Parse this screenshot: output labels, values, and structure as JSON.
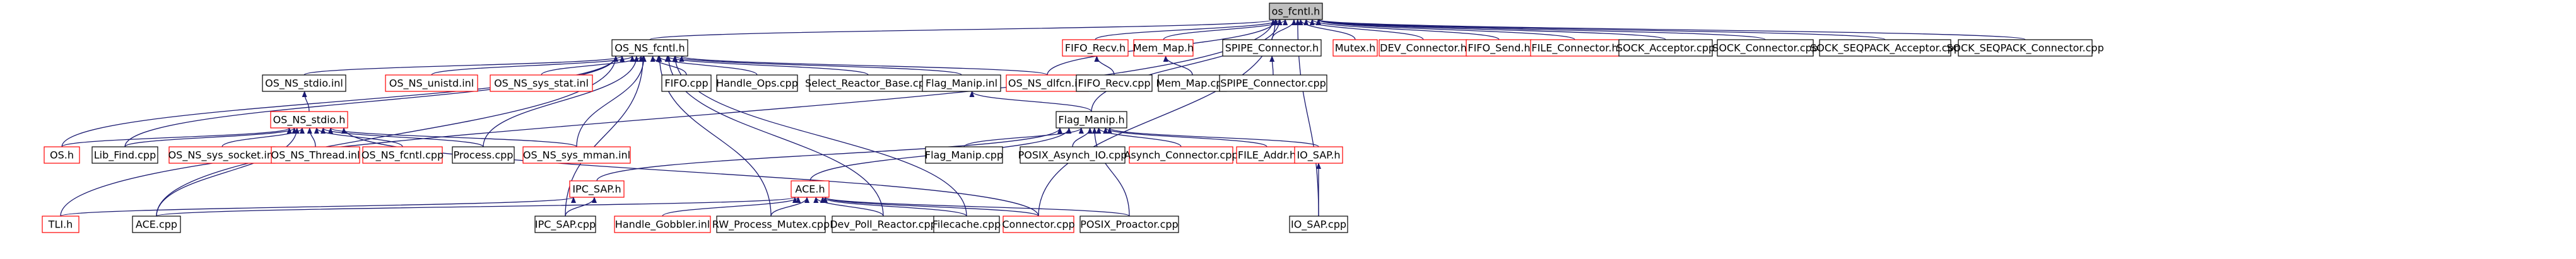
{
  "graph": {
    "root": "os_fcntl_h",
    "edge_color": "#191970",
    "missing_border_color": "#ff0000",
    "root_fill": "#bfbfbf",
    "nodes": [
      {
        "id": "os_fcntl_h",
        "label": "os_fcntl.h",
        "missing": false
      },
      {
        "id": "OS_NS_fcntl_h",
        "label": "OS_NS_fcntl.h",
        "missing": false
      },
      {
        "id": "FIFO_Recv_h",
        "label": "FIFO_Recv.h",
        "missing": true
      },
      {
        "id": "Mem_Map_h",
        "label": "Mem_Map.h",
        "missing": true
      },
      {
        "id": "SPIPE_Connector_h",
        "label": "SPIPE_Connector.h",
        "missing": false
      },
      {
        "id": "Mutex_h",
        "label": "Mutex.h",
        "missing": true
      },
      {
        "id": "DEV_Connector_h",
        "label": "DEV_Connector.h",
        "missing": true
      },
      {
        "id": "FIFO_Send_h",
        "label": "FIFO_Send.h",
        "missing": true
      },
      {
        "id": "FILE_Connector_h",
        "label": "FILE_Connector.h",
        "missing": true
      },
      {
        "id": "SOCK_Acceptor_cpp",
        "label": "SOCK_Acceptor.cpp",
        "missing": false
      },
      {
        "id": "SOCK_Connector_cpp",
        "label": "SOCK_Connector.cpp",
        "missing": false
      },
      {
        "id": "SOCK_SEQPACK_Acceptor_cpp",
        "label": "SOCK_SEQPACK_Acceptor.cpp",
        "missing": false
      },
      {
        "id": "SOCK_SEQPACK_Connector_cpp",
        "label": "SOCK_SEQPACK_Connector.cpp",
        "missing": false
      },
      {
        "id": "OS_NS_stdio_inl",
        "label": "OS_NS_stdio.inl",
        "missing": false
      },
      {
        "id": "OS_NS_unistd_inl",
        "label": "OS_NS_unistd.inl",
        "missing": true
      },
      {
        "id": "OS_NS_sys_stat_inl",
        "label": "OS_NS_sys_stat.inl",
        "missing": true
      },
      {
        "id": "FIFO_cpp",
        "label": "FIFO.cpp",
        "missing": false
      },
      {
        "id": "Handle_Ops_cpp",
        "label": "Handle_Ops.cpp",
        "missing": false
      },
      {
        "id": "Select_Reactor_Base_cpp",
        "label": "Select_Reactor_Base.cpp",
        "missing": false
      },
      {
        "id": "Flag_Manip_inl",
        "label": "Flag_Manip.inl",
        "missing": false
      },
      {
        "id": "OS_NS_dlfcn_inl",
        "label": "OS_NS_dlfcn.inl",
        "missing": true
      },
      {
        "id": "FIFO_Recv_cpp",
        "label": "FIFO_Recv.cpp",
        "missing": false
      },
      {
        "id": "Mem_Map_cpp",
        "label": "Mem_Map.cpp",
        "missing": false
      },
      {
        "id": "SPIPE_Connector_cpp",
        "label": "SPIPE_Connector.cpp",
        "missing": false
      },
      {
        "id": "OS_NS_stdio_h",
        "label": "OS_NS_stdio.h",
        "missing": true
      },
      {
        "id": "Flag_Manip_h",
        "label": "Flag_Manip.h",
        "missing": false
      },
      {
        "id": "OS_h",
        "label": "OS.h",
        "missing": true
      },
      {
        "id": "Lib_Find_cpp",
        "label": "Lib_Find.cpp",
        "missing": false
      },
      {
        "id": "OS_NS_sys_socket_inl",
        "label": "OS_NS_sys_socket.inl",
        "missing": true
      },
      {
        "id": "OS_NS_Thread_inl",
        "label": "OS_NS_Thread.inl",
        "missing": true
      },
      {
        "id": "OS_NS_fcntl_cpp",
        "label": "OS_NS_fcntl.cpp",
        "missing": true
      },
      {
        "id": "Process_cpp",
        "label": "Process.cpp",
        "missing": false
      },
      {
        "id": "OS_NS_sys_mman_inl",
        "label": "OS_NS_sys_mman.inl",
        "missing": true
      },
      {
        "id": "Flag_Manip_cpp",
        "label": "Flag_Manip.cpp",
        "missing": false
      },
      {
        "id": "POSIX_Asynch_IO_cpp",
        "label": "POSIX_Asynch_IO.cpp",
        "missing": false
      },
      {
        "id": "Asynch_Connector_cpp",
        "label": "Asynch_Connector.cpp",
        "missing": true
      },
      {
        "id": "FILE_Addr_h",
        "label": "FILE_Addr.h",
        "missing": true
      },
      {
        "id": "IO_SAP_h",
        "label": "IO_SAP.h",
        "missing": true
      },
      {
        "id": "IPC_SAP_h",
        "label": "IPC_SAP.h",
        "missing": true
      },
      {
        "id": "ACE_h",
        "label": "ACE.h",
        "missing": true
      },
      {
        "id": "TLI_h",
        "label": "TLI.h",
        "missing": true
      },
      {
        "id": "ACE_cpp",
        "label": "ACE.cpp",
        "missing": false
      },
      {
        "id": "IPC_SAP_cpp",
        "label": "IPC_SAP.cpp",
        "missing": false
      },
      {
        "id": "Handle_Gobbler_inl",
        "label": "Handle_Gobbler.inl",
        "missing": true
      },
      {
        "id": "RW_Process_Mutex_cpp",
        "label": "RW_Process_Mutex.cpp",
        "missing": false
      },
      {
        "id": "Dev_Poll_Reactor_cpp",
        "label": "Dev_Poll_Reactor.cpp",
        "missing": false
      },
      {
        "id": "Filecache_cpp",
        "label": "Filecache.cpp",
        "missing": false
      },
      {
        "id": "Connector_cpp",
        "label": "Connector.cpp",
        "missing": true
      },
      {
        "id": "POSIX_Proactor_cpp",
        "label": "POSIX_Proactor.cpp",
        "missing": false
      },
      {
        "id": "IO_SAP_cpp",
        "label": "IO_SAP.cpp",
        "missing": false
      }
    ],
    "edges": [
      [
        "OS_NS_fcntl_h",
        "os_fcntl_h"
      ],
      [
        "FIFO_Recv_h",
        "os_fcntl_h"
      ],
      [
        "Mem_Map_h",
        "os_fcntl_h"
      ],
      [
        "SPIPE_Connector_h",
        "os_fcntl_h"
      ],
      [
        "Mutex_h",
        "os_fcntl_h"
      ],
      [
        "DEV_Connector_h",
        "os_fcntl_h"
      ],
      [
        "FIFO_Send_h",
        "os_fcntl_h"
      ],
      [
        "FILE_Connector_h",
        "os_fcntl_h"
      ],
      [
        "SOCK_Acceptor_cpp",
        "os_fcntl_h"
      ],
      [
        "SOCK_Connector_cpp",
        "os_fcntl_h"
      ],
      [
        "SOCK_SEQPACK_Acceptor_cpp",
        "os_fcntl_h"
      ],
      [
        "SOCK_SEQPACK_Connector_cpp",
        "os_fcntl_h"
      ],
      [
        "OS_NS_dlfcn_inl",
        "os_fcntl_h"
      ],
      [
        "Flag_Manip_h",
        "os_fcntl_h"
      ],
      [
        "Connector_cpp",
        "os_fcntl_h"
      ],
      [
        "IO_SAP_cpp",
        "os_fcntl_h"
      ],
      [
        "TLI_h",
        "os_fcntl_h"
      ],
      [
        "OS_NS_stdio_inl",
        "OS_NS_fcntl_h"
      ],
      [
        "OS_NS_unistd_inl",
        "OS_NS_fcntl_h"
      ],
      [
        "OS_NS_sys_stat_inl",
        "OS_NS_fcntl_h"
      ],
      [
        "FIFO_cpp",
        "OS_NS_fcntl_h"
      ],
      [
        "Handle_Ops_cpp",
        "OS_NS_fcntl_h"
      ],
      [
        "Select_Reactor_Base_cpp",
        "OS_NS_fcntl_h"
      ],
      [
        "Flag_Manip_inl",
        "OS_NS_fcntl_h"
      ],
      [
        "OS_NS_dlfcn_inl",
        "OS_NS_fcntl_h"
      ],
      [
        "OS_h",
        "OS_NS_fcntl_h"
      ],
      [
        "Lib_Find_cpp",
        "OS_NS_fcntl_h"
      ],
      [
        "Process_cpp",
        "OS_NS_fcntl_h"
      ],
      [
        "OS_NS_sys_mman_inl",
        "OS_NS_fcntl_h"
      ],
      [
        "ACE_cpp",
        "OS_NS_fcntl_h"
      ],
      [
        "IPC_SAP_cpp",
        "OS_NS_fcntl_h"
      ],
      [
        "RW_Process_Mutex_cpp",
        "OS_NS_fcntl_h"
      ],
      [
        "Dev_Poll_Reactor_cpp",
        "OS_NS_fcntl_h"
      ],
      [
        "Filecache_cpp",
        "OS_NS_fcntl_h"
      ],
      [
        "FIFO_Recv_cpp",
        "FIFO_Recv_h"
      ],
      [
        "Mem_Map_cpp",
        "Mem_Map_h"
      ],
      [
        "SPIPE_Connector_cpp",
        "SPIPE_Connector_h"
      ],
      [
        "OS_NS_stdio_h",
        "OS_NS_stdio_inl"
      ],
      [
        "Flag_Manip_h",
        "Flag_Manip_inl"
      ],
      [
        "OS_h",
        "OS_NS_stdio_h"
      ],
      [
        "Lib_Find_cpp",
        "OS_NS_stdio_h"
      ],
      [
        "OS_NS_sys_socket_inl",
        "OS_NS_stdio_h"
      ],
      [
        "OS_NS_Thread_inl",
        "OS_NS_stdio_h"
      ],
      [
        "OS_NS_fcntl_cpp",
        "OS_NS_stdio_h"
      ],
      [
        "Process_cpp",
        "OS_NS_stdio_h"
      ],
      [
        "OS_NS_sys_mman_inl",
        "OS_NS_stdio_h"
      ],
      [
        "ACE_cpp",
        "OS_NS_stdio_h"
      ],
      [
        "Connector_cpp",
        "OS_NS_stdio_h"
      ],
      [
        "IPC_SAP_h",
        "Flag_Manip_h"
      ],
      [
        "ACE_h",
        "Flag_Manip_h"
      ],
      [
        "Flag_Manip_cpp",
        "Flag_Manip_h"
      ],
      [
        "POSIX_Asynch_IO_cpp",
        "Flag_Manip_h"
      ],
      [
        "Asynch_Connector_cpp",
        "Flag_Manip_h"
      ],
      [
        "FILE_Addr_h",
        "Flag_Manip_h"
      ],
      [
        "IO_SAP_h",
        "Flag_Manip_h"
      ],
      [
        "POSIX_Proactor_cpp",
        "Flag_Manip_h"
      ],
      [
        "TLI_h",
        "IPC_SAP_h"
      ],
      [
        "IPC_SAP_cpp",
        "IPC_SAP_h"
      ],
      [
        "ACE_cpp",
        "ACE_h"
      ],
      [
        "Handle_Gobbler_inl",
        "ACE_h"
      ],
      [
        "RW_Process_Mutex_cpp",
        "ACE_h"
      ],
      [
        "Dev_Poll_Reactor_cpp",
        "ACE_h"
      ],
      [
        "Filecache_cpp",
        "ACE_h"
      ],
      [
        "Connector_cpp",
        "ACE_h"
      ],
      [
        "POSIX_Proactor_cpp",
        "ACE_h"
      ],
      [
        "IO_SAP_cpp",
        "IO_SAP_h"
      ]
    ]
  }
}
